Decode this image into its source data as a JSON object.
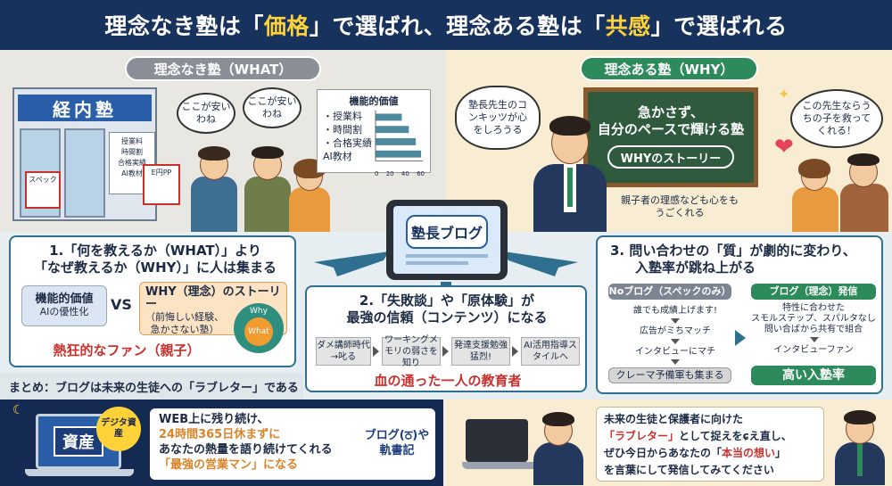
{
  "header": {
    "title_part1": "理念なき塾は「",
    "title_hl1": "価格",
    "title_part2": "」で選ばれ、理念ある塾は「",
    "title_hl2": "共感",
    "title_part3": "」で選ばれる"
  },
  "left_panel": {
    "tag": "理念なき塾（WHAT）",
    "shop_sign": "経内塾",
    "shop_poster": [
      "授業料",
      "時間割",
      "合格実績",
      "AI教材"
    ],
    "board_left": "スペック",
    "board_right": "E円PP",
    "bubble1": "ここが安いわね",
    "bubble2": "ここが安いわね",
    "value_box": {
      "title": "機能的価値",
      "items": [
        "・授業料",
        "・時間割",
        "・合格実績",
        "AI教材"
      ],
      "ticks": [
        "0",
        "20",
        "40",
        "60"
      ]
    }
  },
  "right_panel": {
    "tag": "理念ある塾（WHY）",
    "bubble_left": "塾長先生のコンキッツが心をしろうる",
    "board_line1": "急かさず、",
    "board_line2": "自分のペースで輝ける塾",
    "board_story": "WHYのストーリー",
    "bubble_right": "この先生ならうちの子を救ってくれる！",
    "caption": "親子者の理感なども心をもうごくれる"
  },
  "tablet": {
    "label": "塾長ブログ"
  },
  "section1": {
    "title_line1": "1.「何を教えるか（WHAT）」より",
    "title_line2": "「なぜ教えるか（WHY）」に人は集まる",
    "functional": "機能的価値",
    "functional_sub": "AIの優性化",
    "vs": "VS",
    "why_title": "WHY（理念）のストーリー",
    "why_sub": "（前悔しい経験、急かさない塾）",
    "circle_outer": "Why",
    "circle_inner": "What",
    "result": "熱狂的なファン（親子）"
  },
  "section2": {
    "title_line1": "2.「失敗談」や「原体験」が",
    "title_line2": "最強の信頼（コンテンツ）になる",
    "steps": [
      "ダメ講師時代→叱る",
      "ワーキングメモリの弱さを知り",
      "発達支援勉強猛烈!",
      "AI活用指導スタイルへ"
    ],
    "result": "血の通った一人の教育者"
  },
  "section3": {
    "title_line1": "3. 問い合わせの「質」が劇的に変わり、",
    "title_line2": "入塾率が跳ね上がる",
    "no_blog_title": "Noブログ（スペックのみ）",
    "no_blog_items": [
      "誰でも成績上げます!",
      "広告がミちマッチ",
      "インタビューにマチ",
      "クレーマ予備軍も集まる"
    ],
    "blog_title": "ブログ（理念）発信",
    "blog_items": [
      "特性に合わせた",
      "スモルステップ、スパルタなし",
      "問い合ばから共有で組合",
      "インタビューファン"
    ],
    "blog_result": "高い入塾率"
  },
  "summary": "まとめ：ブログは未来の生徒への「ラブレター」である",
  "bottom_left": {
    "asset_label": "資産",
    "badge": "デジタ資産",
    "line1": "WEB上に残り続け、",
    "line2": "24時間365日休まずに",
    "line3": "あなたの熱量を語り続けてくれる",
    "line4": "「最強の営業マン」になる",
    "side1": "ブログ(ਠ)や",
    "side2": "軌書記"
  },
  "bottom_right": {
    "line1": "未来の生徒と保護者に向けた",
    "line2_hl": "「ラブレター」",
    "line2_rest": "として捉えをɕえ直し、",
    "line3_pre": "ぜひ今日からあなたの「",
    "line3_hl": "本当の想い",
    "line3_post": "」",
    "line4": "を言葉にして発信してみてください"
  }
}
